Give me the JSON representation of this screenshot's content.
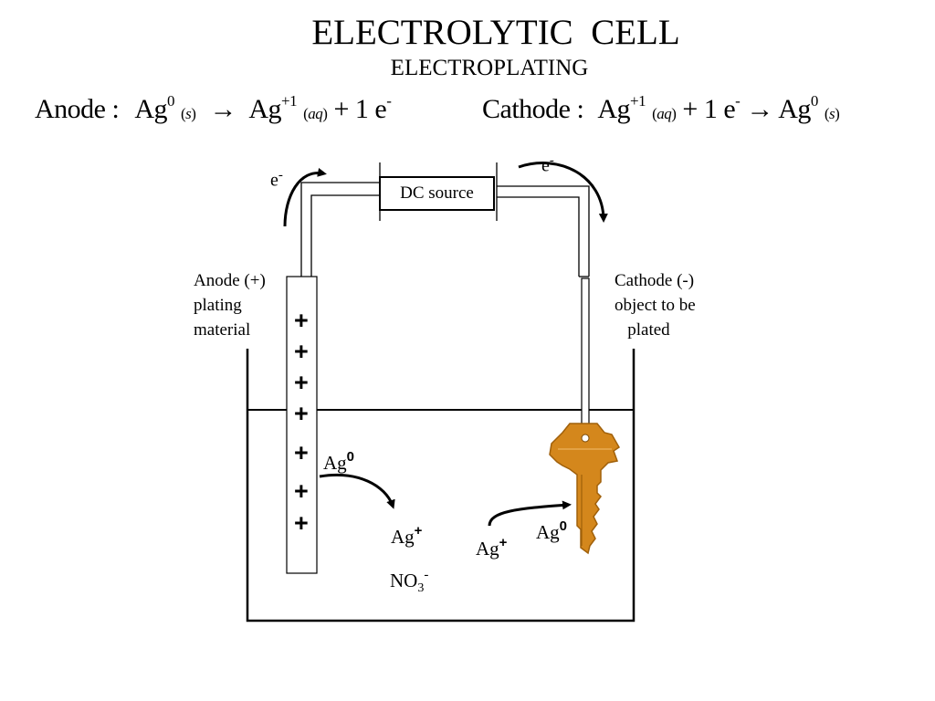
{
  "title": "ELECTROLYTIC  CELL",
  "subtitle": "ELECTROPLATING",
  "equations": {
    "anode": {
      "label": "Anode :",
      "reactant": "Ag",
      "reactant_charge": "0",
      "reactant_state": "s",
      "arrow": "→",
      "product": "Ag",
      "product_charge": "+1",
      "product_state": "aq",
      "plus": "+",
      "electrons": "1 e",
      "electron_charge": "-"
    },
    "cathode": {
      "label": "Cathode :",
      "reactant": "Ag",
      "reactant_charge": "+1",
      "reactant_state": "aq",
      "plus": "+",
      "electrons": "1 e",
      "electron_charge": "-",
      "arrow": "→",
      "product": "Ag",
      "product_charge": "0",
      "product_state": "s"
    }
  },
  "power": {
    "label": "DC source"
  },
  "electron_flow": {
    "left": {
      "symbol": "e",
      "charge": "-"
    },
    "right": {
      "symbol": "e",
      "charge": "-"
    }
  },
  "anode_label": "Anode (+)\nplating\nmaterial",
  "cathode_label": "Cathode (-)\nobject to be\n   plated",
  "anode_charges": [
    "+",
    "+",
    "+",
    "+",
    "+",
    "+",
    "+"
  ],
  "ions": {
    "anode_atom": {
      "symbol": "Ag",
      "charge": "0"
    },
    "anode_ion": {
      "symbol": "Ag",
      "charge": "+"
    },
    "nitrate": {
      "symbol": "NO",
      "subscript": "3",
      "charge": "-"
    },
    "cathode_ion": {
      "symbol": "Ag",
      "charge": "+"
    },
    "cathode_atom": {
      "symbol": "Ag",
      "charge": "0"
    }
  },
  "colors": {
    "key_fill": "#d4871c",
    "key_stroke": "#a0600a",
    "line": "#000000"
  }
}
